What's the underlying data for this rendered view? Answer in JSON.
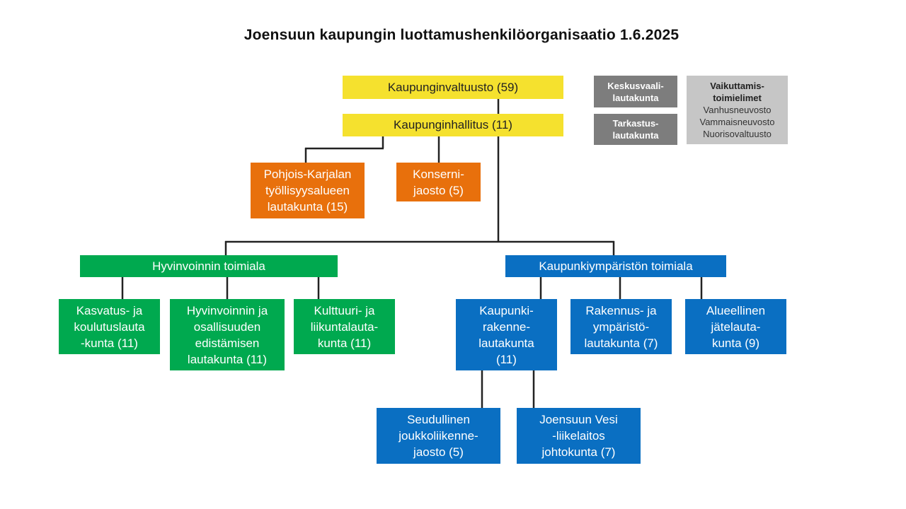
{
  "title": "Joensuun kaupungin luottamushenkilöorganisaatio 1.6.2025",
  "colors": {
    "yellow": "#f5e12e",
    "orange": "#e8700c",
    "green": "#00a94f",
    "blue": "#0a6fc2",
    "dark_gray": "#7d7d7d",
    "light_gray": "#c6c6c6"
  },
  "nodes": {
    "council": "Kaupunginvaltuusto (59)",
    "board": "Kaupunginhallitus (11)",
    "election_board": "Keskusvaali-\nlautakunta",
    "audit_board": "Tarkastus-\nlautakunta",
    "influence": {
      "heading": "Vaikuttamis-\ntoimielimet",
      "items": "Vanhusneuvosto\nVammaisneuvosto\nNuorisovaltuusto"
    },
    "employment": "Pohjois-Karjalan\ntyöllisyysalueen\nlautakunta (15)",
    "group_section": "Konserni-\njaosto (5)",
    "wellbeing_division": "Hyvinvoinnin toimiala",
    "urban_division": "Kaupunkiympäristön toimiala",
    "education": "Kasvatus- ja\nkoulutuslauta\n-kunta (11)",
    "participation": "Hyvinvoinnin ja\nosallisuuden\nedistämisen\nlautakunta (11)",
    "culture": "Kulttuuri- ja\nliikuntalauta-\nkunta (11)",
    "urban_structure": "Kaupunki-\nrakenne-\nlautakunta\n(11)",
    "building": "Rakennus- ja\nympäristö-\nlautakunta (7)",
    "waste": "Alueellinen\njätelauta-\nkunta (9)",
    "transport": "Seudullinen\njoukkoliikenne-\njaosto (5)",
    "water": "Joensuun Vesi\n-liikelaitos\njohtokunta (7)"
  }
}
